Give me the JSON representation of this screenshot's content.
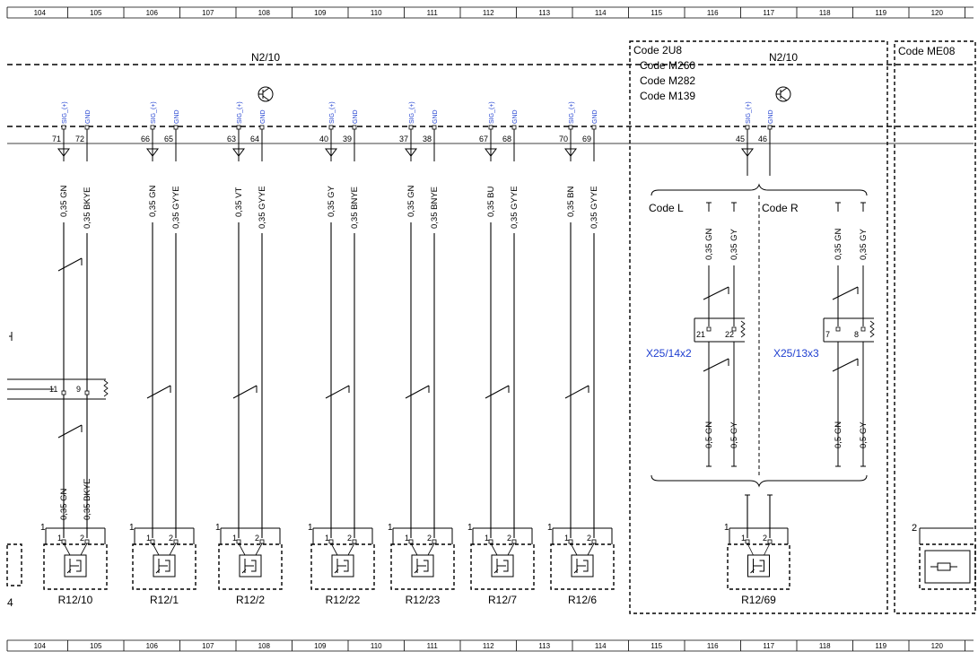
{
  "ruler": {
    "columns": [
      "104",
      "105",
      "106",
      "107",
      "108",
      "109",
      "110",
      "111",
      "112",
      "113",
      "114",
      "115",
      "116",
      "117",
      "118",
      "119",
      "120"
    ]
  },
  "module": {
    "name": "N2/10"
  },
  "codes": {
    "box1": [
      "Code 2U8",
      "Code M260",
      "Code M282",
      "Code M139"
    ],
    "box2": "Code ME08",
    "code_l": "Code L",
    "code_r": "Code R"
  },
  "pin_labels": {
    "sig": "SIG_(+)",
    "gnd": "GND"
  },
  "sensors": [
    {
      "id": "R12/10",
      "sig_pin": "71",
      "gnd_pin": "72",
      "sig_wire": "0,35 GN",
      "gnd_wire": "0,35 BKYE",
      "conn_sig": "11",
      "conn_gnd": "9",
      "lower_sig_wire": "0,35 GN",
      "lower_gnd_wire": "0,35 BKYE"
    },
    {
      "id": "R12/1",
      "sig_pin": "66",
      "gnd_pin": "65",
      "sig_wire": "0,35 GN",
      "gnd_wire": "0,35 GYYE"
    },
    {
      "id": "R12/2",
      "sig_pin": "63",
      "gnd_pin": "64",
      "sig_wire": "0,35 VT",
      "gnd_wire": "0,35 GYYE"
    },
    {
      "id": "R12/22",
      "sig_pin": "40",
      "gnd_pin": "39",
      "sig_wire": "0,35 GY",
      "gnd_wire": "0,35 BNYE"
    },
    {
      "id": "R12/23",
      "sig_pin": "37",
      "gnd_pin": "38",
      "sig_wire": "0,35 GN",
      "gnd_wire": "0,35 BNYE"
    },
    {
      "id": "R12/7",
      "sig_pin": "67",
      "gnd_pin": "68",
      "sig_wire": "0,35 BU",
      "gnd_wire": "0,35 GYYE"
    },
    {
      "id": "R12/6",
      "sig_pin": "70",
      "gnd_pin": "69",
      "sig_wire": "0,35 BN",
      "gnd_wire": "0,35 GYYE"
    }
  ],
  "sensor_pins": {
    "p1": "1",
    "p2": "2",
    "ref": "1"
  },
  "sensor_r12_69": {
    "id": "R12/69",
    "sig_pin": "45",
    "gnd_pin": "46",
    "left": {
      "connector": "X25/14x2",
      "pin_a": "21",
      "pin_b": "22",
      "upper_a": "0,35 GN",
      "upper_b": "0,35 GY",
      "lower_a": "0,5 GN",
      "lower_b": "0,5 GY"
    },
    "right": {
      "connector": "X25/13x3",
      "pin_a": "7",
      "pin_b": "8",
      "upper_a": "0,35 GN",
      "upper_b": "0,35 GY",
      "lower_a": "0,5 GN",
      "lower_b": "0,5 GY"
    }
  },
  "partial": {
    "edge_digit": "4",
    "right_ref": "2"
  },
  "colors": {
    "line": "#000000",
    "blue_text": "#1f3fd0",
    "background": "#ffffff"
  }
}
